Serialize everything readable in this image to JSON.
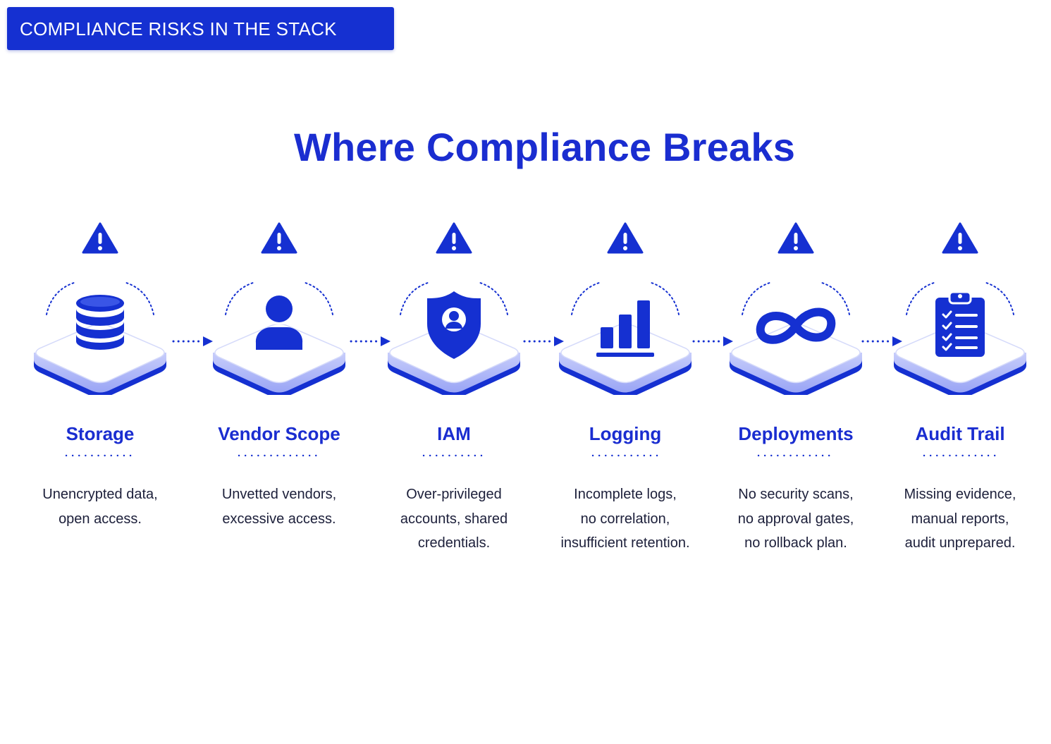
{
  "banner": {
    "text": "COMPLIANCE RISKS IN THE STACK"
  },
  "title": "Where Compliance Breaks",
  "colors": {
    "primary": "#1530d1",
    "text": "#1c1f3a",
    "platform_top": "#ffffff",
    "platform_side": "#1530d1"
  },
  "steps": [
    {
      "label": "Storage",
      "icon": "database-icon",
      "description": [
        "Unencrypted data,",
        "open access."
      ]
    },
    {
      "label": "Vendor Scope",
      "icon": "user-icon",
      "description": [
        "Unvetted vendors,",
        "excessive access."
      ]
    },
    {
      "label": "IAM",
      "icon": "shield-user-icon",
      "description": [
        "Over-privileged",
        "accounts, shared",
        "credentials."
      ]
    },
    {
      "label": "Logging",
      "icon": "bar-chart-icon",
      "description": [
        "Incomplete logs,",
        "no correlation,",
        "insufficient retention."
      ]
    },
    {
      "label": "Deployments",
      "icon": "infinity-icon",
      "description": [
        "No security scans,",
        "no approval gates,",
        "no rollback plan."
      ]
    },
    {
      "label": "Audit Trail",
      "icon": "clipboard-checklist-icon",
      "description": [
        "Missing evidence,",
        "manual reports,",
        "audit unprepared."
      ]
    }
  ]
}
